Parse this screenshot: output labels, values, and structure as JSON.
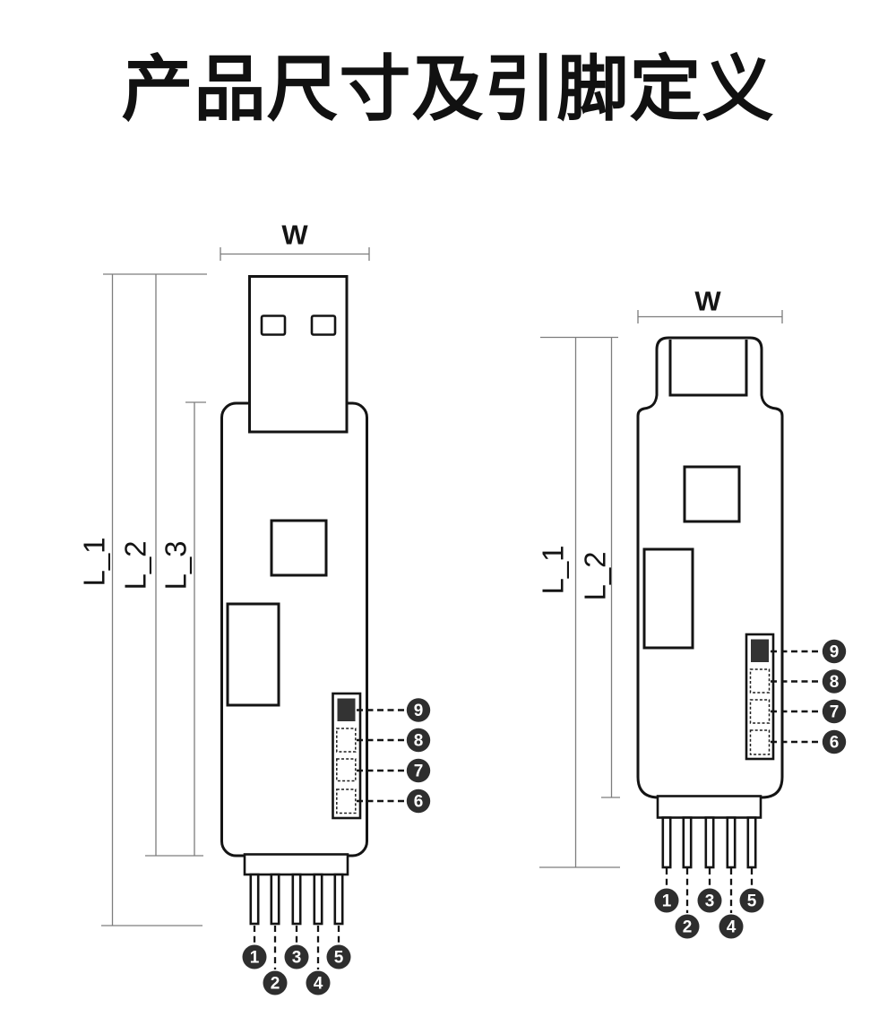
{
  "title": "产品尺寸及引脚定义",
  "colors": {
    "background": "#ffffff",
    "dimension_line": "#7d7d7d",
    "outline": "#141414",
    "badge_fill": "#2e2e2e",
    "badge_text": "#ffffff",
    "chip_fill": "#333333"
  },
  "left_device": {
    "width_dim_label": "W",
    "length_dim_labels": [
      "L_1",
      "L_2",
      "L_3"
    ],
    "bottom_pin_numbers": [
      "1",
      "2",
      "3",
      "4",
      "5"
    ],
    "side_pin_numbers": [
      "9",
      "8",
      "7",
      "6"
    ]
  },
  "right_device": {
    "width_dim_label": "W",
    "length_dim_labels": [
      "L_1",
      "L_2"
    ],
    "bottom_pin_numbers": [
      "1",
      "2",
      "3",
      "4",
      "5"
    ],
    "side_pin_numbers": [
      "9",
      "8",
      "7",
      "6"
    ]
  }
}
